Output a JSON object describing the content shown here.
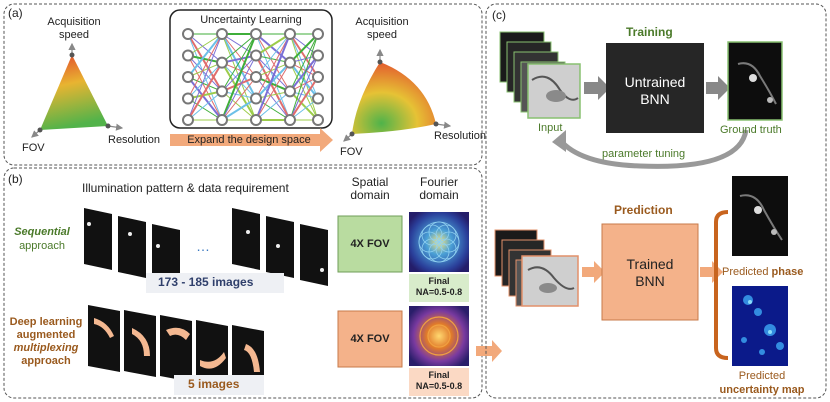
{
  "panel_a": {
    "label": "(a)",
    "left_axes": {
      "top": "Acquisition\nspeed",
      "left": "FOV",
      "right": "Resolution"
    },
    "network_title": "Uncertainty Learning",
    "arrow_label": "Expand the design space",
    "right_axes": {
      "top": "Acquisition\nspeed",
      "left": "FOV",
      "right": "Resolution"
    }
  },
  "panel_b": {
    "label": "(b)",
    "header_patterns": "Illumination pattern & data requirement",
    "header_spatial": "Spatial\ndomain",
    "header_fourier": "Fourier\ndomain",
    "sequential": {
      "approach_title": "Sequential",
      "approach_rest": "approach",
      "ellipsis": "…",
      "count": "173 - 185 images",
      "fov_label": "4X FOV",
      "final_label": "Final\nNA=0.5-0.8"
    },
    "multiplexing": {
      "approach_line1": "Deep learning",
      "approach_line2": "augmented",
      "approach_line3": "multiplexing",
      "approach_line4": "approach",
      "count": "5 images",
      "fov_label": "4X FOV",
      "final_label": "Final\nNA=0.5-0.8"
    }
  },
  "panel_c": {
    "label": "(c)",
    "training_title": "Training",
    "untrained": "Untrained\nBNN",
    "input_label": "Input",
    "ground_truth": "Ground truth",
    "parameter_tuning": "parameter tuning",
    "prediction_title": "Prediction",
    "trained": "Trained\nBNN",
    "predicted_phase_prefix": "Predicted ",
    "predicted_phase_bold": "phase",
    "predicted_unc_prefix": "Predicted",
    "predicted_unc_bold": "uncertainty map"
  },
  "colors": {
    "green_box": "#b9dca0",
    "orange_box": "#f4b28a",
    "dark_box": "#262626",
    "green_text": "#4b7a2a",
    "brown_text": "#9a5a1e"
  }
}
